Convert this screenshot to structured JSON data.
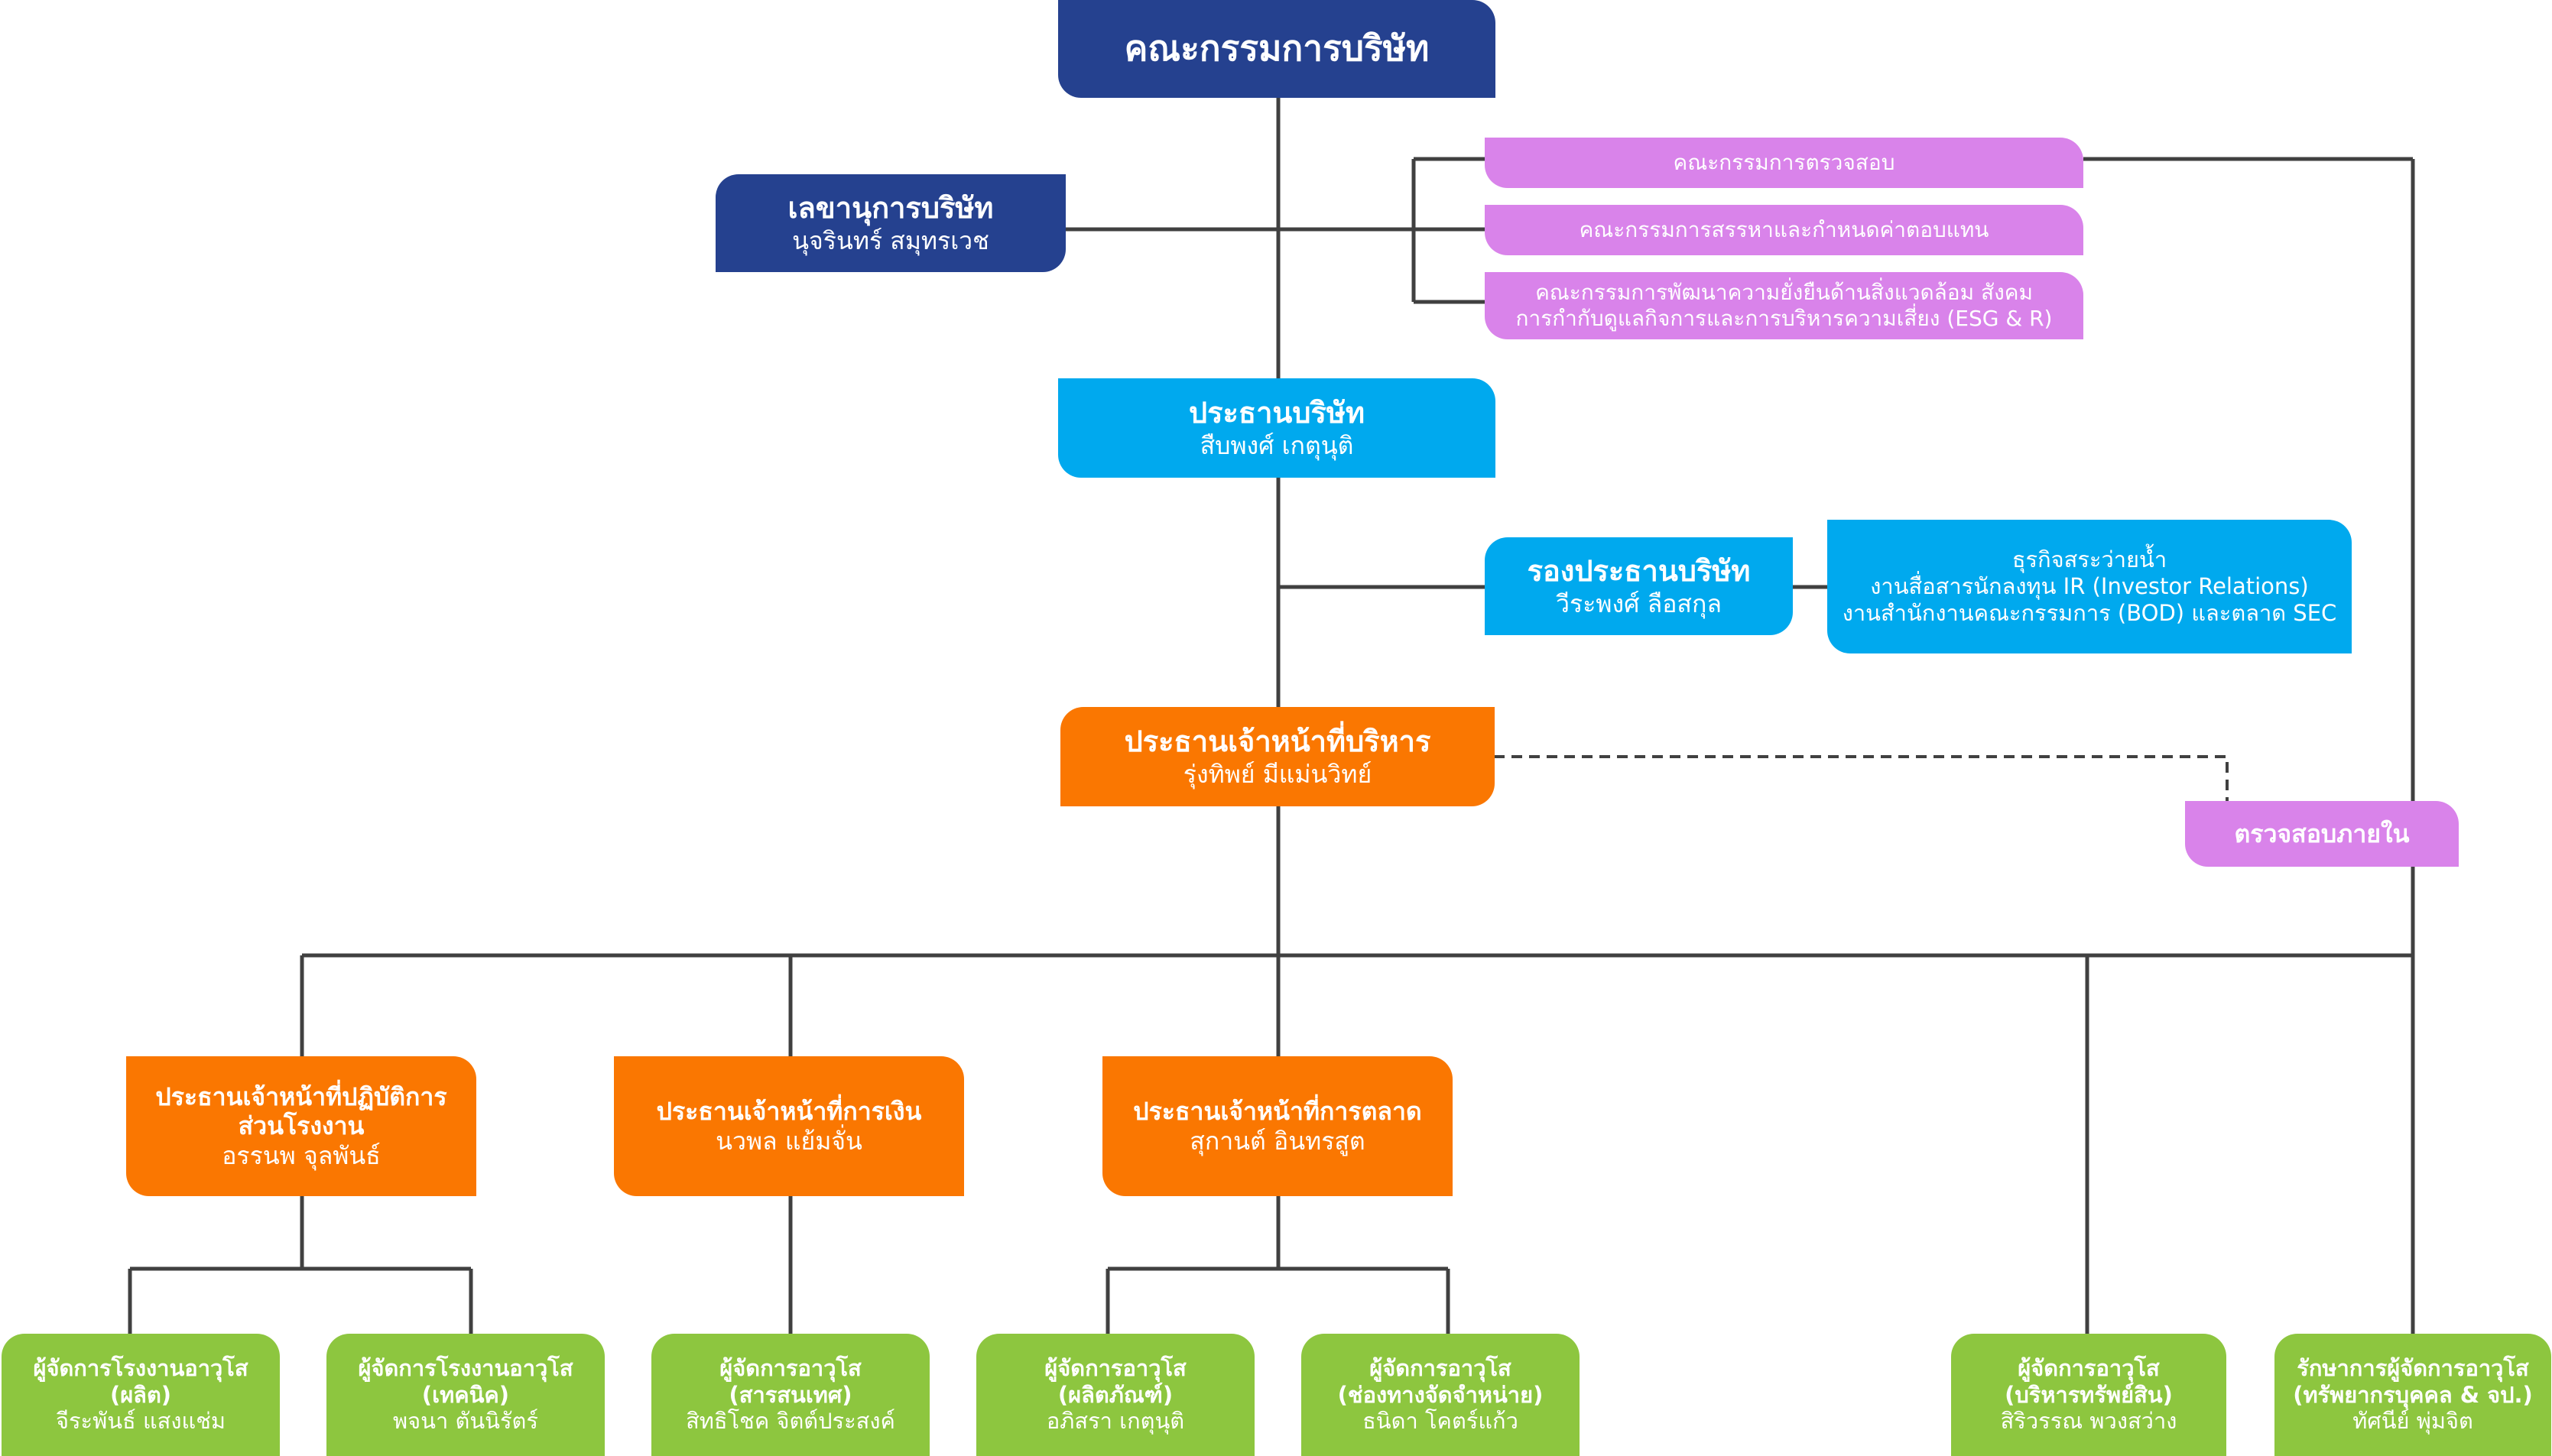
{
  "board": {
    "title": "คณะกรรมการบริษัท"
  },
  "secretary": {
    "title": "เลขานุการบริษัท",
    "name": "นุจรินทร์ สมุทรเวช"
  },
  "committees": [
    {
      "label": "คณะกรรมการตรวจสอบ"
    },
    {
      "label": "คณะกรรมการสรรหาและกำหนดค่าตอบแทน"
    },
    {
      "line1": "คณะกรรมการพัฒนาความยั่งยืนด้านสิ่งแวดล้อม สังคม",
      "line2": "การกำกับดูแลกิจการและการบริหารความเสี่ยง (ESG & R)"
    }
  ],
  "chairman": {
    "title": "ประธานบริษัท",
    "name": "สืบพงศ์ เกตุนุติ"
  },
  "vice_chairman": {
    "title": "รองประธานบริษัท",
    "name": "วีระพงศ์ ลือสกุล"
  },
  "vice_duties": {
    "line1": "ธุรกิจสระว่ายน้ำ",
    "line2": "งานสื่อสารนักลงทุน IR (Investor Relations)",
    "line3": "งานสำนักงานคณะกรรมการ (BOD) และตลาด SEC"
  },
  "ceo": {
    "title": "ประธานเจ้าหน้าที่บริหาร",
    "name": "รุ่งทิพย์ มีแม่นวิทย์"
  },
  "internal_audit": {
    "title": "ตรวจสอบภายใน"
  },
  "chiefs": [
    {
      "line1": "ประธานเจ้าหน้าที่ปฏิบัติการ",
      "line2": "ส่วนโรงงาน",
      "name": "อรรนพ จุลพันธ์"
    },
    {
      "line1": "ประธานเจ้าหน้าที่การเงิน",
      "name": "นวพล แย้มจั่น"
    },
    {
      "line1": "ประธานเจ้าหน้าที่การตลาด",
      "name": "สุกานต์ อินทรสูต"
    }
  ],
  "managers": [
    {
      "line1": "ผู้จัดการโรงงานอาวุโส",
      "line2": "(ผลิต)",
      "name": "จีระพันธ์ แสงแช่ม"
    },
    {
      "line1": "ผู้จัดการโรงงานอาวุโส",
      "line2": "(เทคนิค)",
      "name": "พจนา ตันนิรัตร์"
    },
    {
      "line1": "ผู้จัดการอาวุโส",
      "line2": "(สารสนเทศ)",
      "name": "สิทธิโชค จิตต์ประสงค์"
    },
    {
      "line1": "ผู้จัดการอาวุโส",
      "line2": "(ผลิตภัณฑ์)",
      "name": "อภิสรา เกตุนุติ"
    },
    {
      "line1": "ผู้จัดการอาวุโส",
      "line2": "(ช่องทางจัดจำหน่าย)",
      "name": "ธนิดา โคตร์แก้ว"
    },
    {
      "line1": "ผู้จัดการอาวุโส",
      "line2": "(บริหารทรัพย์สิน)",
      "name": "สิริวรรณ พวงสว่าง"
    },
    {
      "line1": "รักษาการผู้จัดการอาวุโส",
      "line2": "(ทรัพยากรบุคคล & จป.)",
      "name": "ทัศนีย์ พุ่มจิต"
    }
  ],
  "colors": {
    "navy": "#25418f",
    "cyan": "#00a9ee",
    "orange": "#fa7701",
    "violet": "#d983ea",
    "green": "#8dc63f",
    "line": "#404040"
  }
}
